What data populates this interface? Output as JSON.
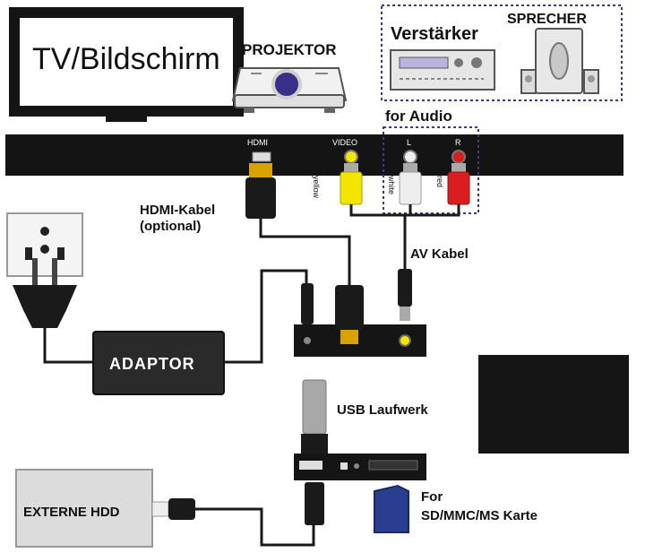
{
  "labels": {
    "tv": "TV/Bildschirm",
    "projector": "PROJEKTOR",
    "amplifier": "Verstärker",
    "speaker": "SPRECHER",
    "for_audio": "for Audio",
    "hdmi_port": "HDMI",
    "video_port": "VIDEO",
    "l_port": "L",
    "r_port": "R",
    "yellow": "yellow",
    "white": "white",
    "red": "red",
    "hdmi_cable_line1": "HDMI-Kabel",
    "hdmi_cable_line2": "(optional)",
    "av_cable": "AV Kabel",
    "adaptor": "ADAPTOR",
    "usb_drive": "USB Laufwerk",
    "external_hdd": "EXTERNE HDD",
    "card_line1": "For",
    "card_line2": "SD/MMC/MS Karte"
  },
  "colors": {
    "dark": "#141414",
    "cable": "#1a1a1a",
    "yellow": "#f2e600",
    "white_plug": "#eeeeee",
    "red": "#d81e1e",
    "dotted_border": "#3a3a8c",
    "lens": "#3a2f88",
    "hdd_fill": "#dcdcdc",
    "sd_card": "#2a3d8f"
  }
}
